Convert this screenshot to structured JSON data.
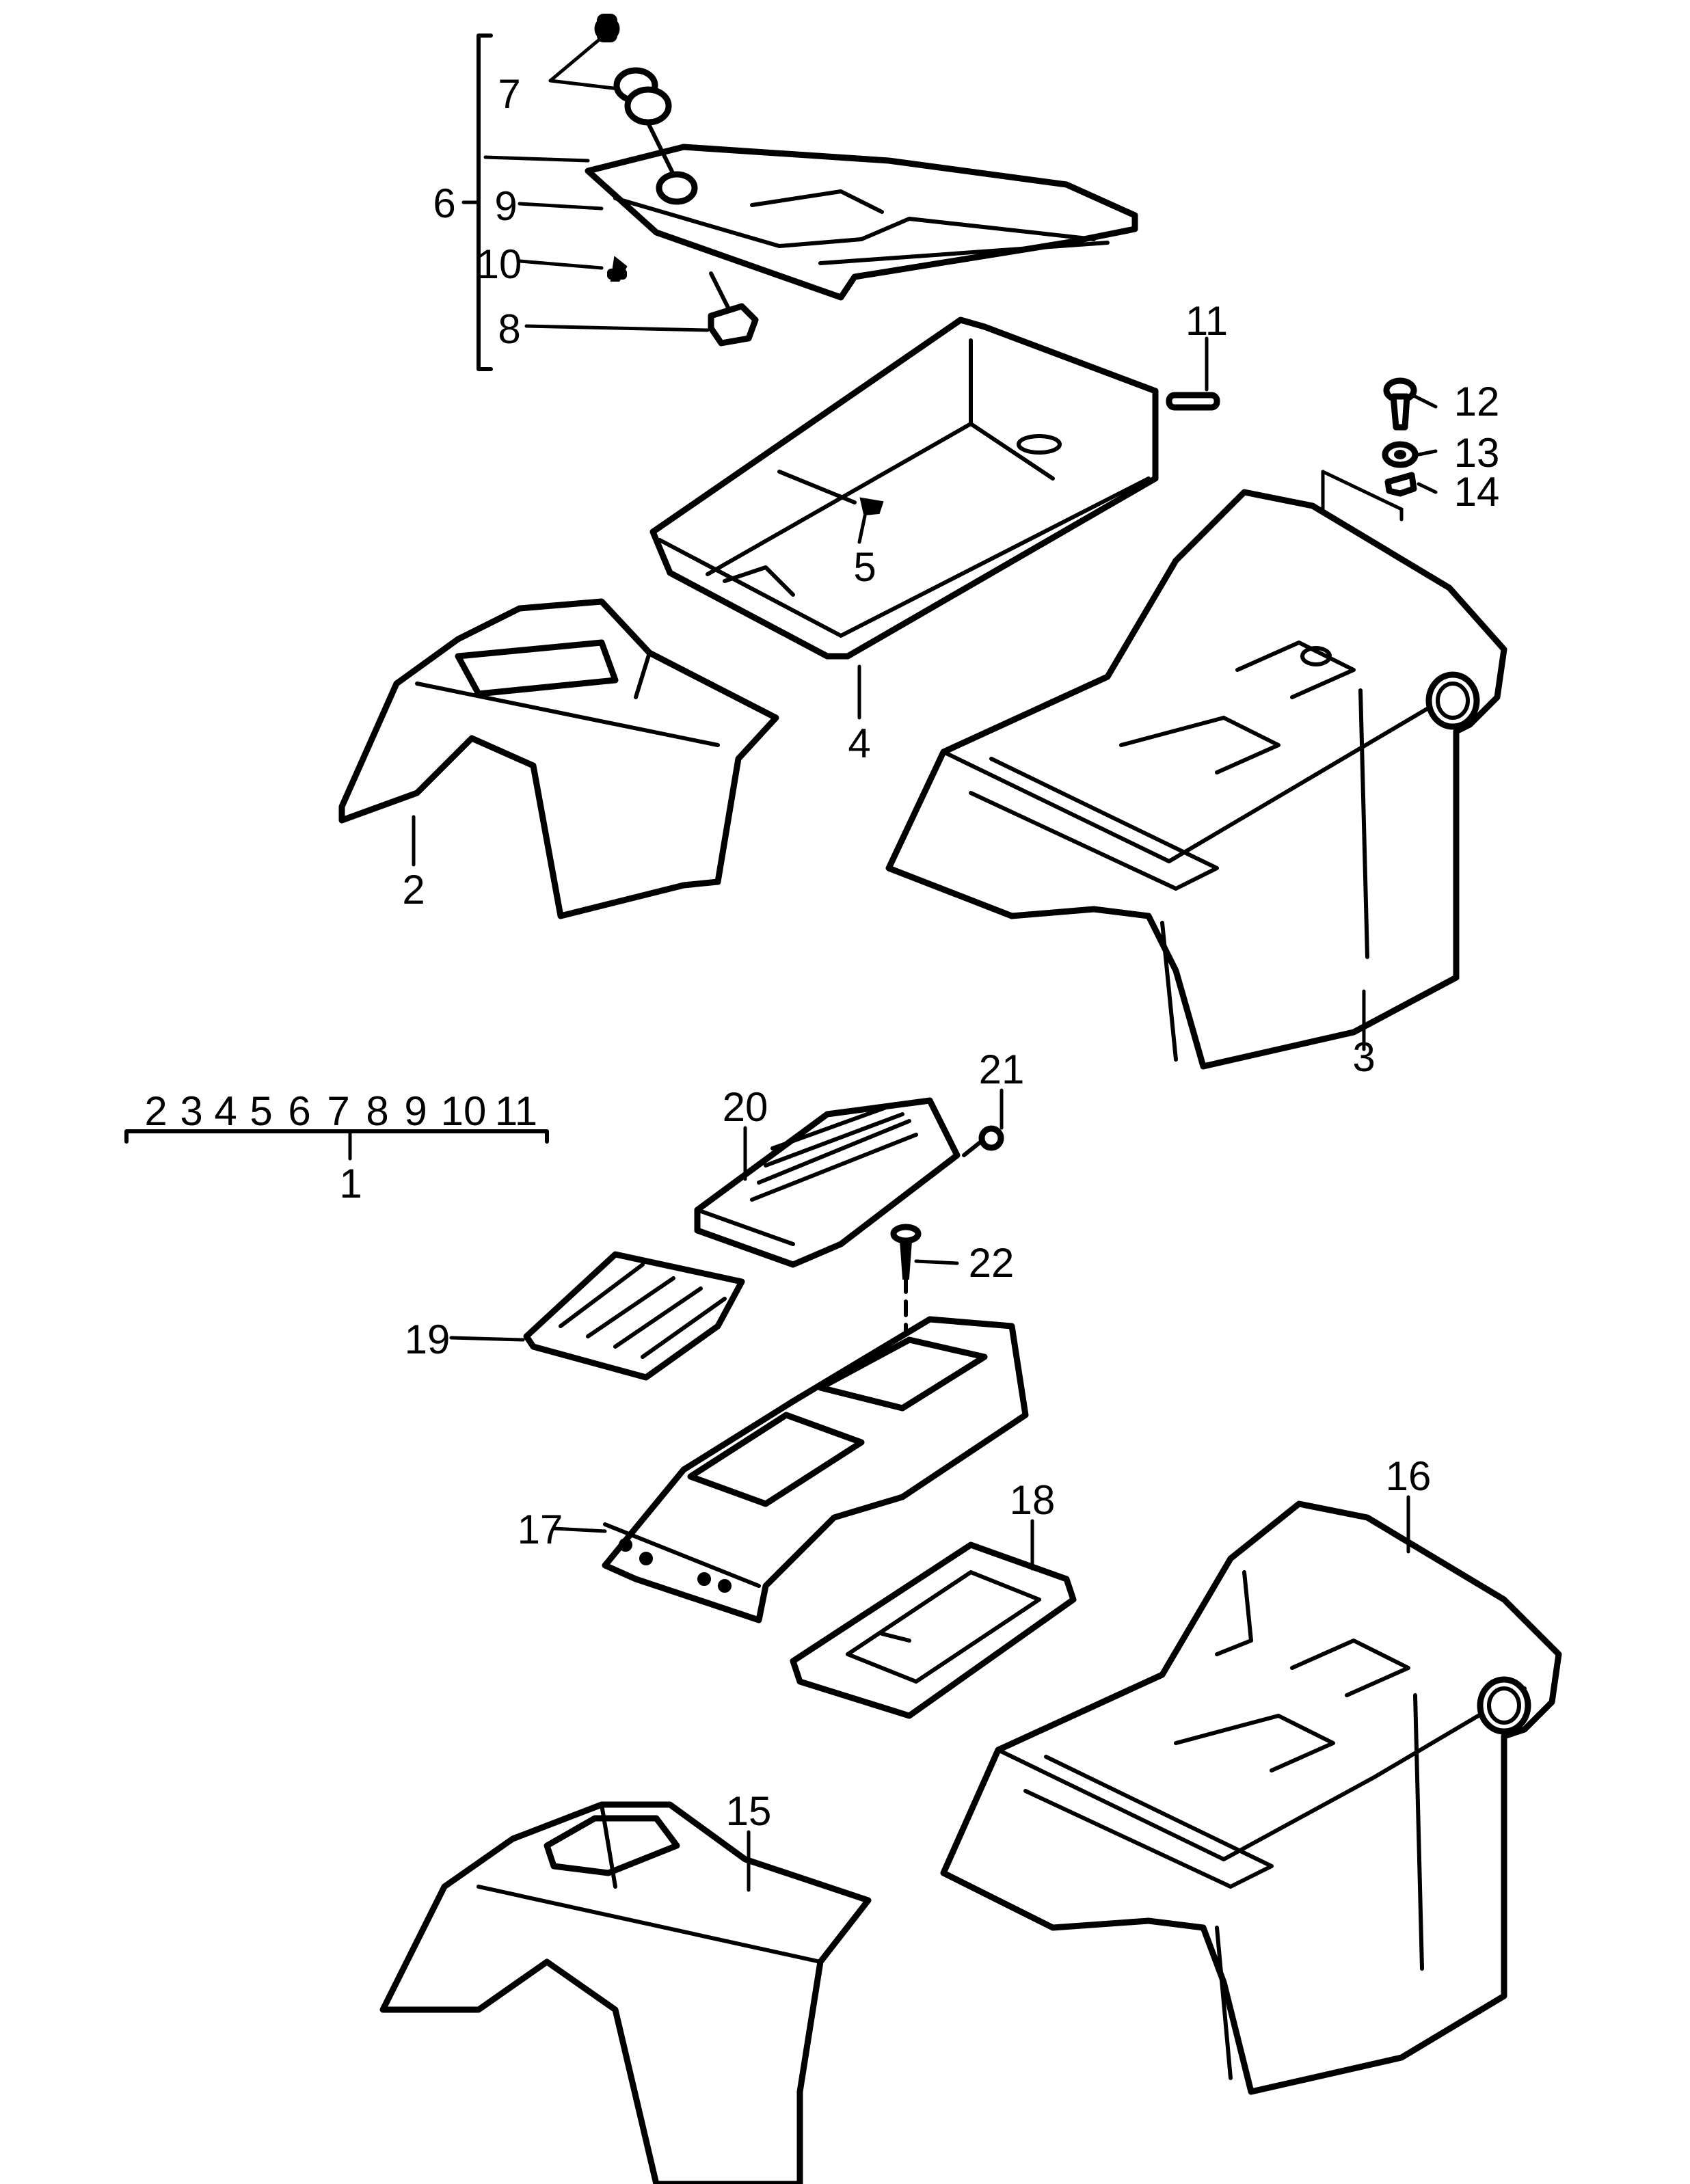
{
  "callouts": {
    "n1": "1",
    "n2": "2",
    "n3": "3",
    "n4": "4",
    "n5": "5",
    "n6": "6",
    "n7": "7",
    "n8": "8",
    "n9": "9",
    "n10": "10",
    "n11": "11",
    "n12": "12",
    "n13": "13",
    "n14": "14",
    "n15": "15",
    "n16": "16",
    "n17": "17",
    "n18": "18",
    "n19": "19",
    "n20": "20",
    "n21": "21",
    "n22": "22"
  },
  "assembly_group": {
    "members": [
      "2",
      "3",
      "4",
      "5",
      "6",
      "7",
      "8",
      "9",
      "10",
      "11"
    ],
    "label": "1"
  }
}
